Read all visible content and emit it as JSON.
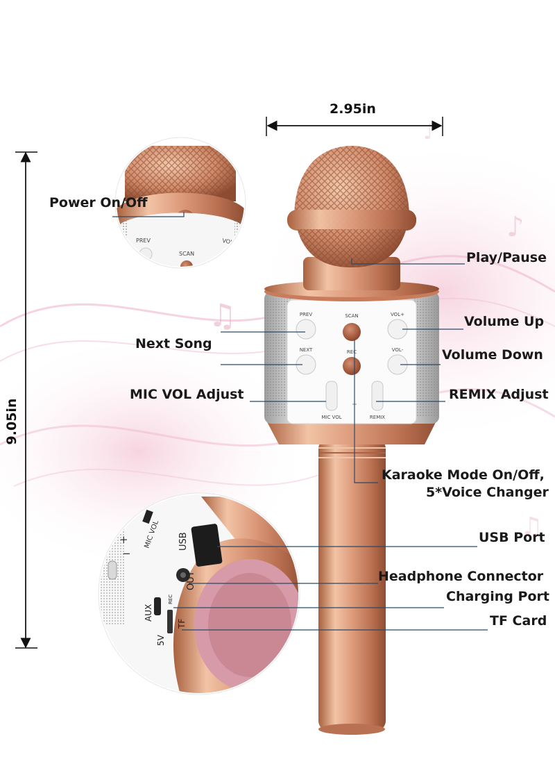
{
  "dimensions": {
    "width_label": "2.95in",
    "height_label": "9.05in"
  },
  "labels": {
    "power": "Power On/Off",
    "play_pause": "Play/Pause",
    "volume_up": "Volume Up",
    "next_song": "Next Song",
    "volume_down": "Volume Down",
    "mic_vol": "MIC VOL Adjust",
    "remix": "REMIX Adjust",
    "karaoke_line1": "Karaoke Mode On/Off,",
    "karaoke_line2": "5*Voice Changer",
    "usb": "USB Port",
    "headphone": "Headphone Connector",
    "charging": "Charging Port",
    "tf": "TF Card"
  },
  "device_text": {
    "prev": "PREV",
    "scan": "SCAN",
    "vol_plus": "VOL+",
    "next": "NEXT",
    "rec": "REC",
    "vol_minus": "VOL-",
    "mic_vol": "MIC VOL",
    "remix": "REMIX",
    "usb": "USB",
    "out": "OUT",
    "aux": "AUX",
    "tf": "TF",
    "five_v": "5V"
  },
  "colors": {
    "rose_gold": "#d9967a",
    "rose_gold_dark": "#a85c43",
    "silver": "#c9c9c9",
    "line": "#2a4a66"
  }
}
